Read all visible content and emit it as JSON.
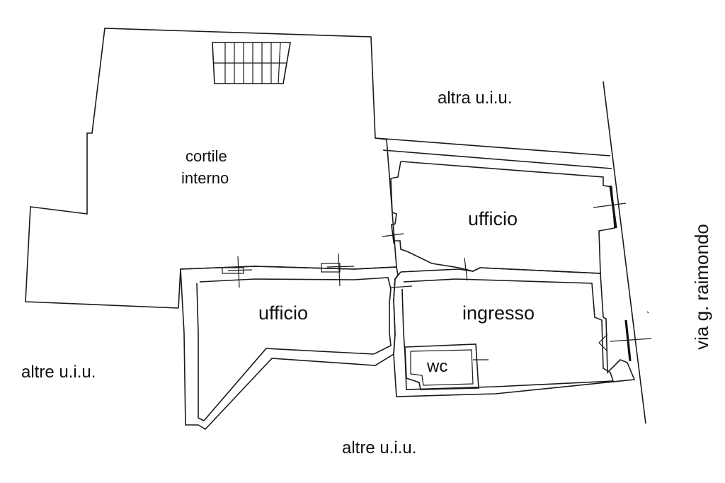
{
  "labels": {
    "courtyard_line1": "cortile",
    "courtyard_line2": "interno",
    "other_unit_top": "altra u.i.u.",
    "office_right": "ufficio",
    "office_left": "ufficio",
    "entrance": "ingresso",
    "wc": "wc",
    "other_units_left": "altre u.i.u.",
    "other_units_bottom": "altre u.i.u.",
    "street": "via g. raimondo"
  }
}
